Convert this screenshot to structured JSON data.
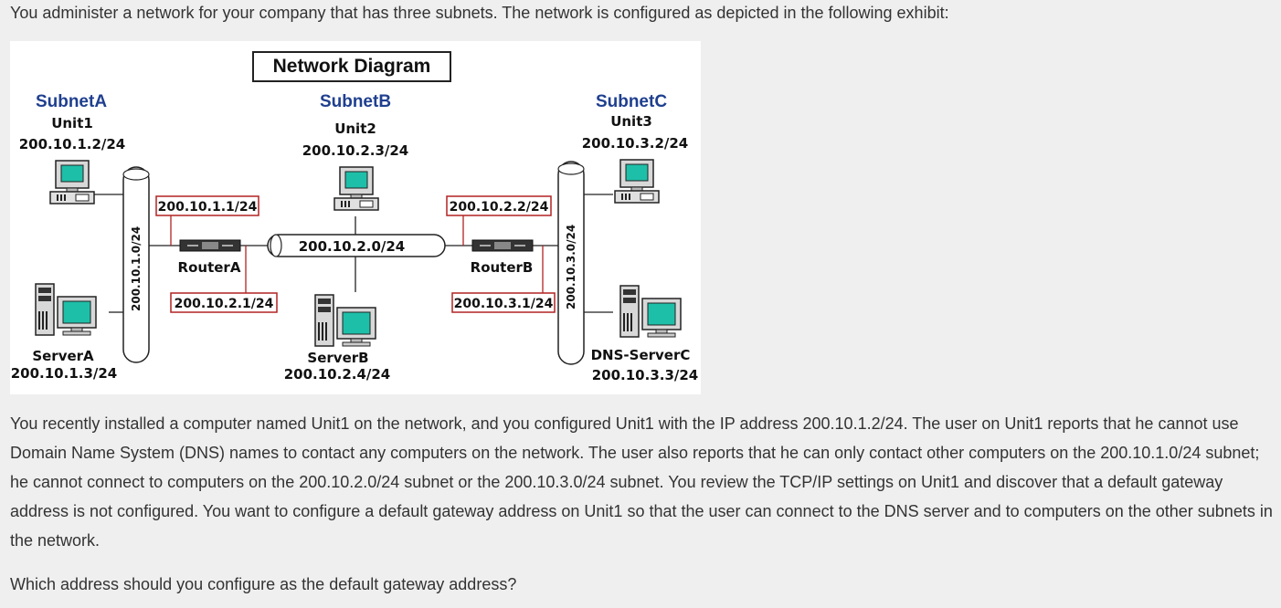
{
  "intro": "You administer a network for your company that has three subnets. The network is configured as depicted in the following exhibit:",
  "diagram": {
    "title": "Network Diagram",
    "subnet_a": {
      "name": "SubnetA",
      "unit": "Unit1",
      "unit_ip": "200.10.1.2/24",
      "network": "200.10.1.0/24",
      "server": "ServerA",
      "server_ip": "200.10.1.3/24"
    },
    "subnet_b": {
      "name": "SubnetB",
      "unit": "Unit2",
      "unit_ip": "200.10.2.3/24",
      "network": "200.10.2.0/24",
      "server": "ServerB",
      "server_ip": "200.10.2.4/24"
    },
    "subnet_c": {
      "name": "SubnetC",
      "unit": "Unit3",
      "unit_ip": "200.10.3.2/24",
      "network": "200.10.3.0/24",
      "server": "DNS-ServerC",
      "server_ip": "200.10.3.3/24"
    },
    "router_a": {
      "name": "RouterA",
      "ip_a": "200.10.1.1/24",
      "ip_b": "200.10.2.1/24"
    },
    "router_b": {
      "name": "RouterB",
      "ip_b": "200.10.2.2/24",
      "ip_c": "200.10.3.1/24"
    },
    "colors": {
      "subnet_name": "#1f3f8f",
      "ip_box_border": "#b22222",
      "screen": "#1ebfa8",
      "link": "#b22222"
    }
  },
  "scenario": "You recently installed a computer named Unit1 on the network, and you configured Unit1 with the IP address 200.10.1.2/24. The user on Unit1 reports that he cannot use Domain Name System (DNS) names to contact any computers on the network. The user also reports that he can only contact other computers on the 200.10.1.0/24 subnet; he cannot connect to computers on the 200.10.2.0/24 subnet or the 200.10.3.0/24 subnet. You review the TCP/IP settings on Unit1 and discover that a default gateway address is not configured. You want to configure a default gateway address on Unit1 so that the user can connect to the DNS server and to computers on the other subnets in the network.",
  "question": "Which address should you configure as the default gateway address?"
}
